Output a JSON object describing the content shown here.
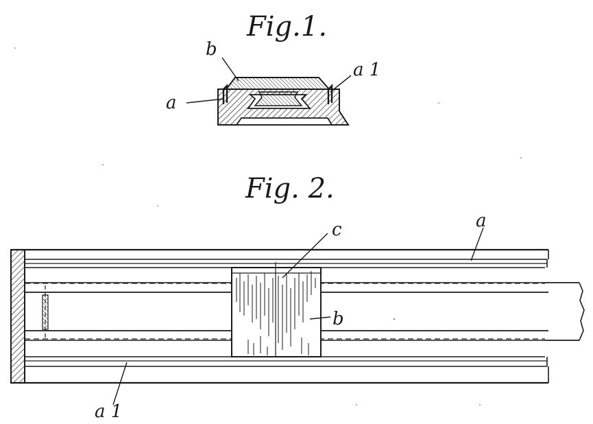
{
  "figure1": {
    "title": "Fig.1.",
    "labels": {
      "a": "a",
      "b": "b",
      "a1": "a 1"
    }
  },
  "figure2": {
    "title": "Fig. 2.",
    "labels": {
      "a": "a",
      "b": "b",
      "c": "c",
      "a1": "a 1"
    }
  },
  "colors": {
    "ink": "#1a1a1a",
    "paper": "#ffffff"
  }
}
